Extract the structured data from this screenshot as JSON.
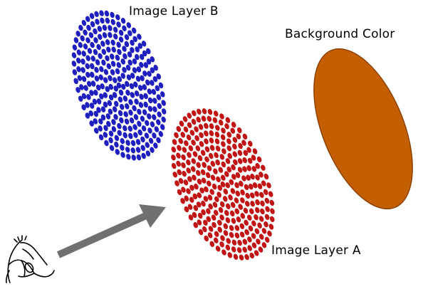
{
  "labels": {
    "layer_b": "Image Layer B",
    "layer_a": "Image Layer A",
    "background": "Background Color"
  },
  "colors": {
    "layer_b_dots": "#1f1fbf",
    "layer_a_dots": "#c11515",
    "background_fill": "#c45f00",
    "background_stroke": "#8a4100",
    "arrow": "#707070",
    "eye_stroke": "#000000"
  },
  "icons": {
    "viewer": "eye-icon",
    "direction": "arrow-icon"
  }
}
